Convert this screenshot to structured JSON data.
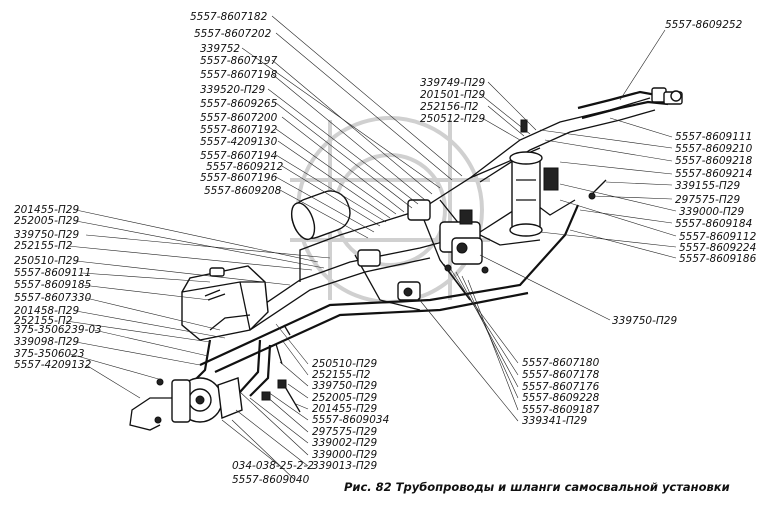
{
  "caption": "Рис. 82   Трубопроводы и шланги самосвальной установки",
  "labels_top_center": [
    "5557-8607182",
    "5557-8607202",
    "339752",
    "5557-8607197",
    "5557-8607198",
    "339520-П29",
    "5557-8609265",
    "5557-8607200",
    "5557-8607192",
    "5557-4209130",
    "5557-8607194",
    "5557-8609212",
    "5557-8607196",
    "5557-8609208"
  ],
  "labels_top_mid": [
    "339749-П29",
    "201501-П29",
    "252156-П2",
    "250512-П29"
  ],
  "label_top_right": "5557-8609252",
  "labels_right": [
    "5557-8609111",
    "5557-8609210",
    "5557-8609218",
    "5557-8609214",
    "339155-П29",
    "297575-П29",
    "339000-П29",
    "5557-8609184",
    "5557-8609112",
    "5557-8609224",
    "5557-8609186"
  ],
  "label_right_lower": "339750-П29",
  "labels_left": [
    "201455-П29",
    "252005-П29",
    "339750-П29",
    "252155-П2",
    "250510-П29",
    "5557-8609111",
    "5557-8609185",
    "5557-8607330",
    "201458-П29",
    "252155-П2",
    "375-3506239-03",
    "339098-П29",
    "375-3506023",
    "5557-4209132"
  ],
  "labels_bottom_center": [
    "250510-П29",
    "252155-П2",
    "339750-П29",
    "252005-П29",
    "201455-П29",
    "5557-8609034",
    "297575-П29",
    "339002-П29",
    "339000-П29",
    "339013-П29"
  ],
  "labels_bottom_right": [
    "5557-8607180",
    "5557-8607178",
    "5557-8607176",
    "5557-8609228",
    "5557-8609187",
    "339341-П29"
  ],
  "labels_bottom_left": [
    "034-038-25-2-2",
    "5557-8609040"
  ]
}
